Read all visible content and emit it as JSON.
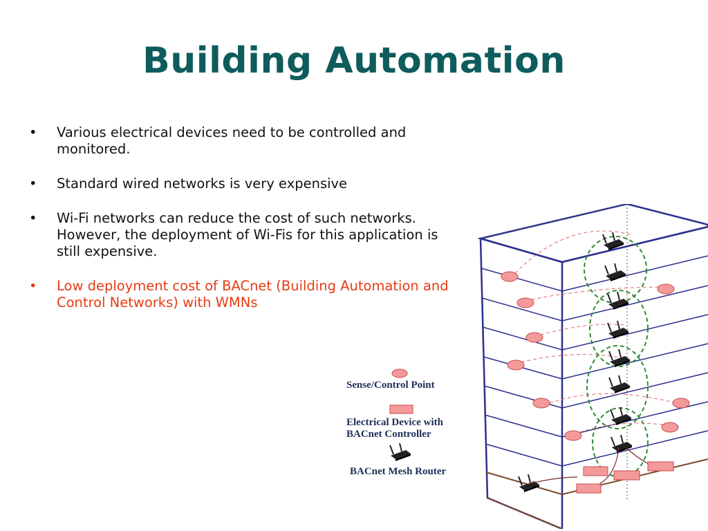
{
  "slide": {
    "title": "Building Automation",
    "bullet_glyph": "•",
    "bullets": [
      {
        "text": "Various electrical devices need to be controlled and monitored."
      },
      {
        "text": "Standard wired networks is very expensive"
      },
      {
        "text": "Wi-Fi networks can reduce the cost of such networks. However, the deployment of Wi-Fis for this application is still expensive."
      },
      {
        "text": "Low deployment cost of BACnet (Building Automation and Control Networks) with WMNs"
      }
    ],
    "colors": {
      "title": "#0e5c5c",
      "body": "#111111",
      "highlight": "#e53b13"
    }
  },
  "figure": {
    "legend": {
      "sense_point": "Sense/Control Point",
      "device_line1": "Electrical Device with",
      "device_line2": "BACnet Controller",
      "mesh_router": "BACnet Mesh Router"
    },
    "icons": [
      "sense-control-point-icon",
      "electrical-device-icon",
      "mesh-router-icon"
    ]
  }
}
